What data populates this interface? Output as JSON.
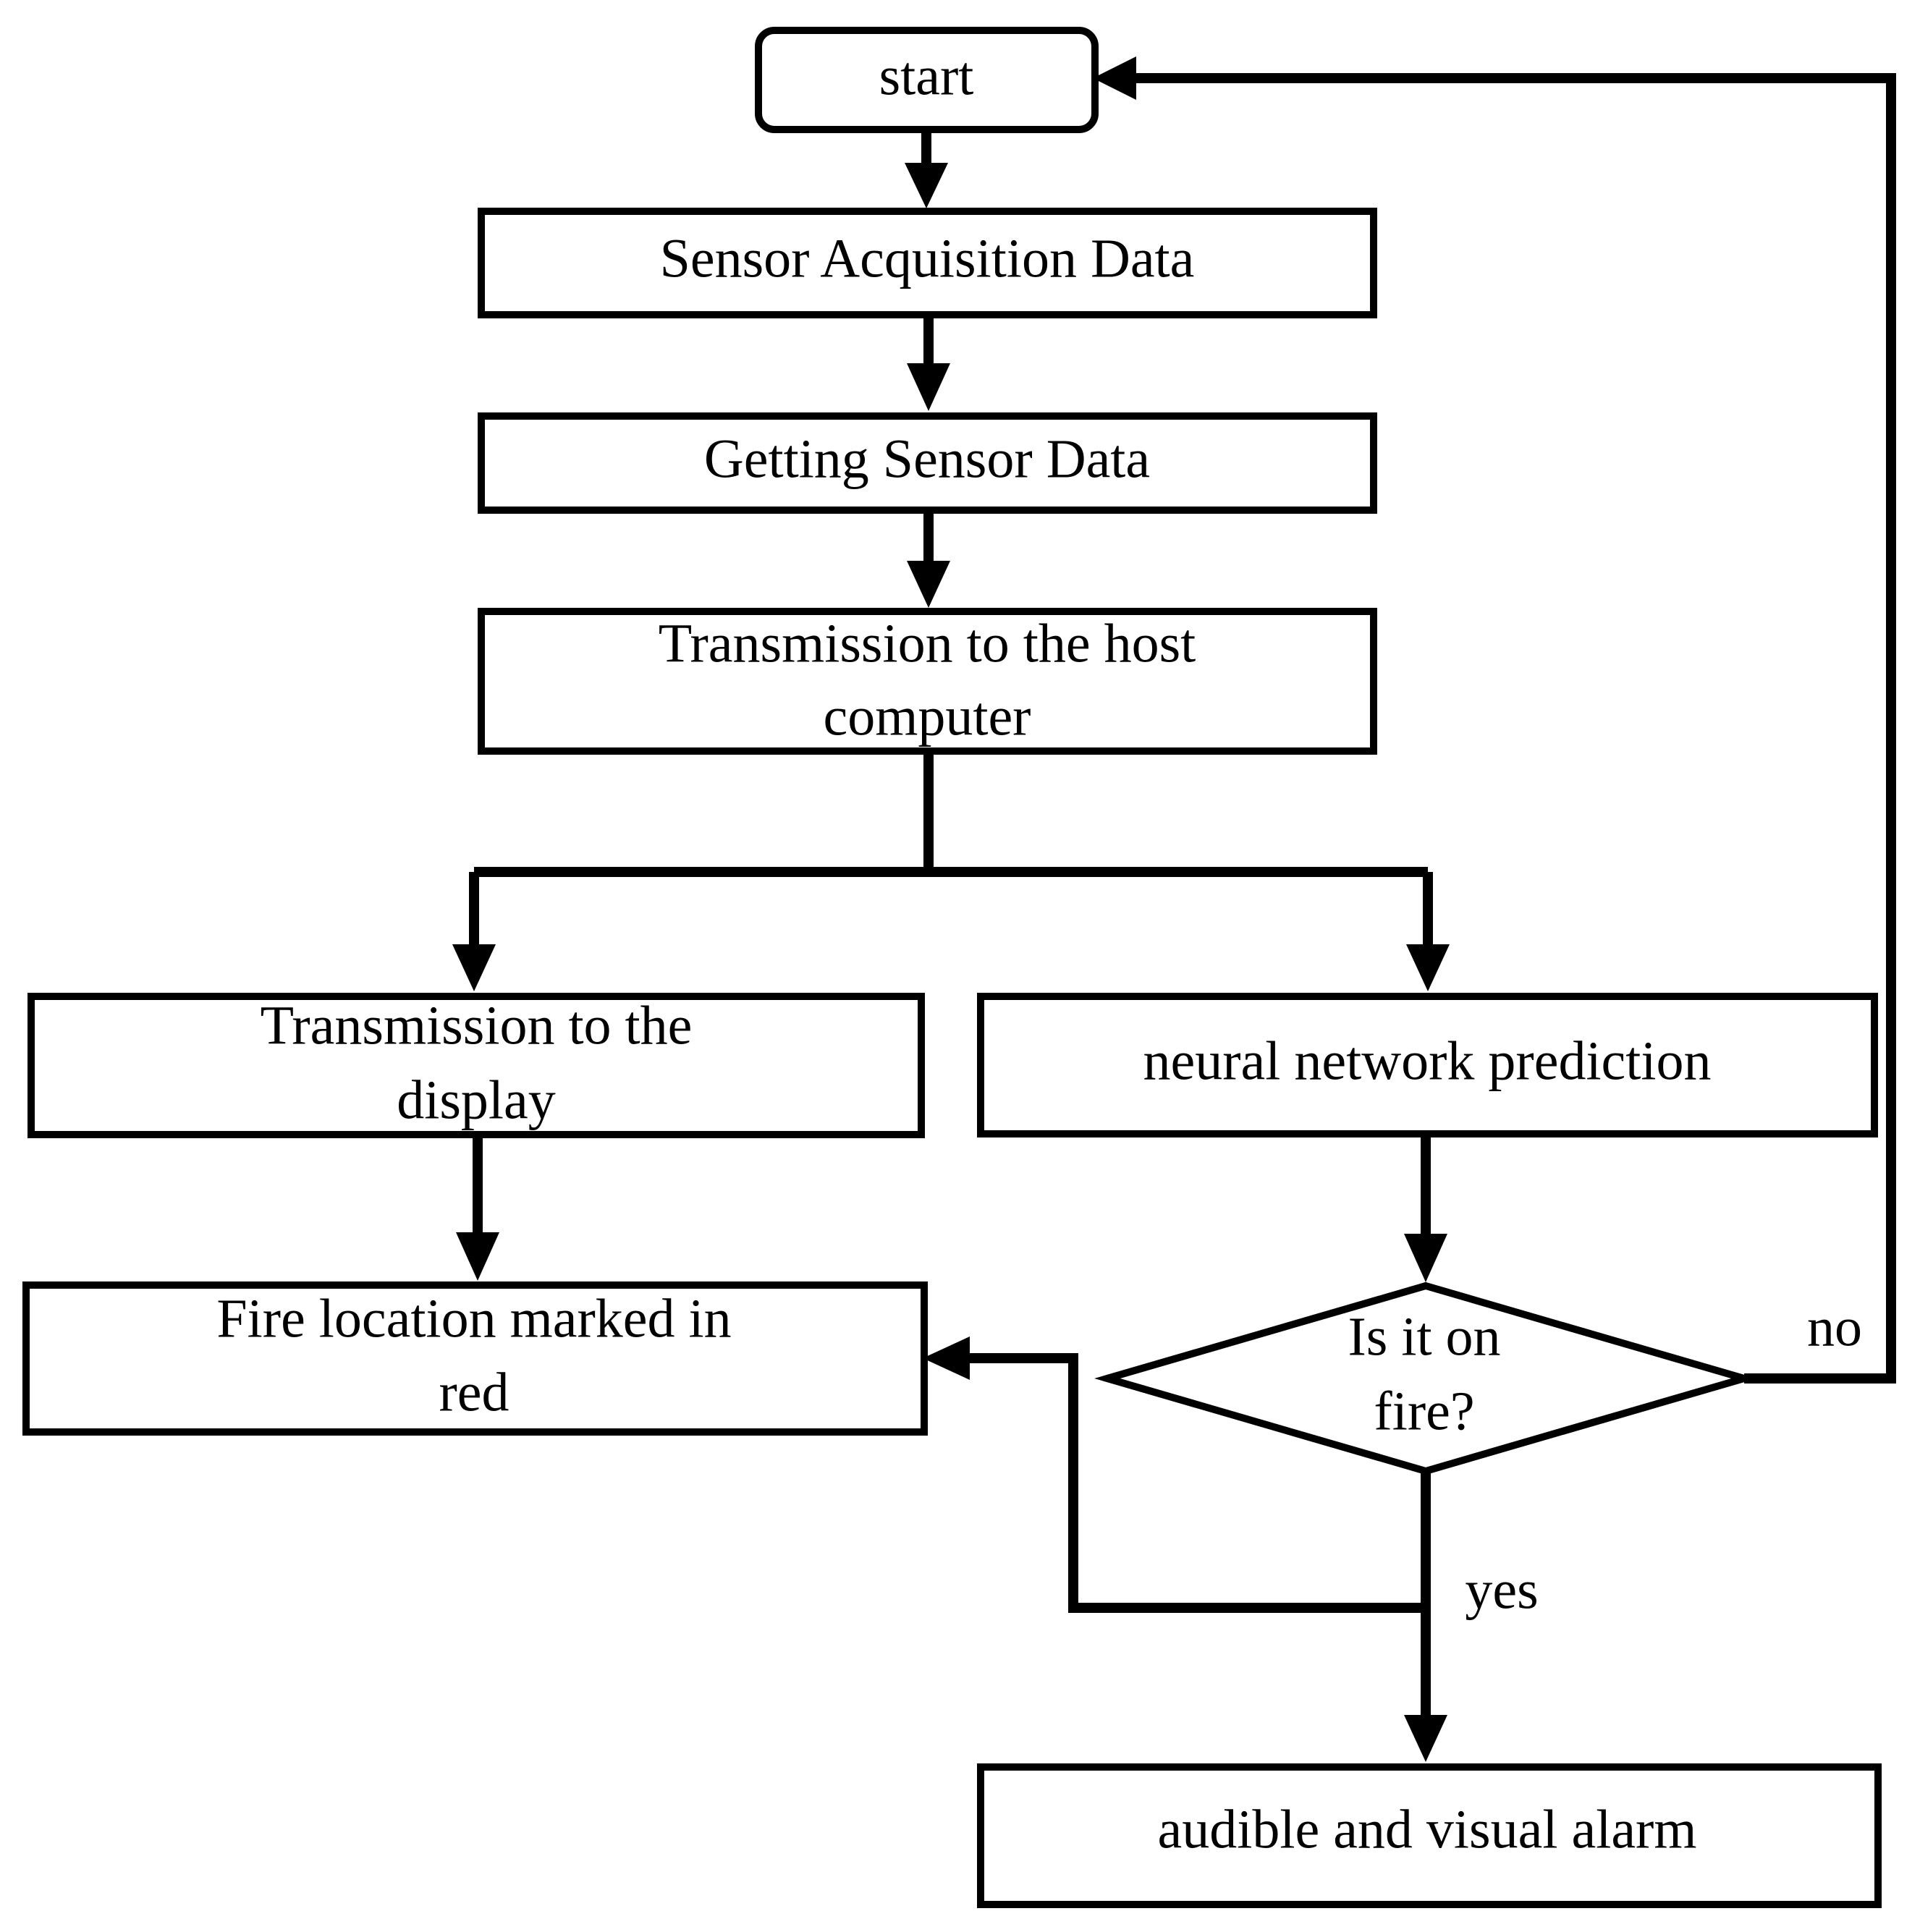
{
  "flowchart": {
    "nodes": {
      "start": "start",
      "sensor_acquisition": "Sensor Acquisition Data",
      "getting_sensor_data": "Getting Sensor Data",
      "transmission_host": [
        "Transmission to the host",
        "computer"
      ],
      "transmission_display": [
        "Transmission to the",
        "display"
      ],
      "neural_network": "neural network prediction",
      "fire_location": [
        "Fire location marked in",
        "red"
      ],
      "decision": [
        "Is it on",
        "fire?"
      ],
      "alarm": "audible and visual alarm"
    },
    "edges": {
      "no_label": "no",
      "yes_label": "yes"
    },
    "colors": {
      "stroke": "#000000",
      "background": "#ffffff"
    }
  }
}
